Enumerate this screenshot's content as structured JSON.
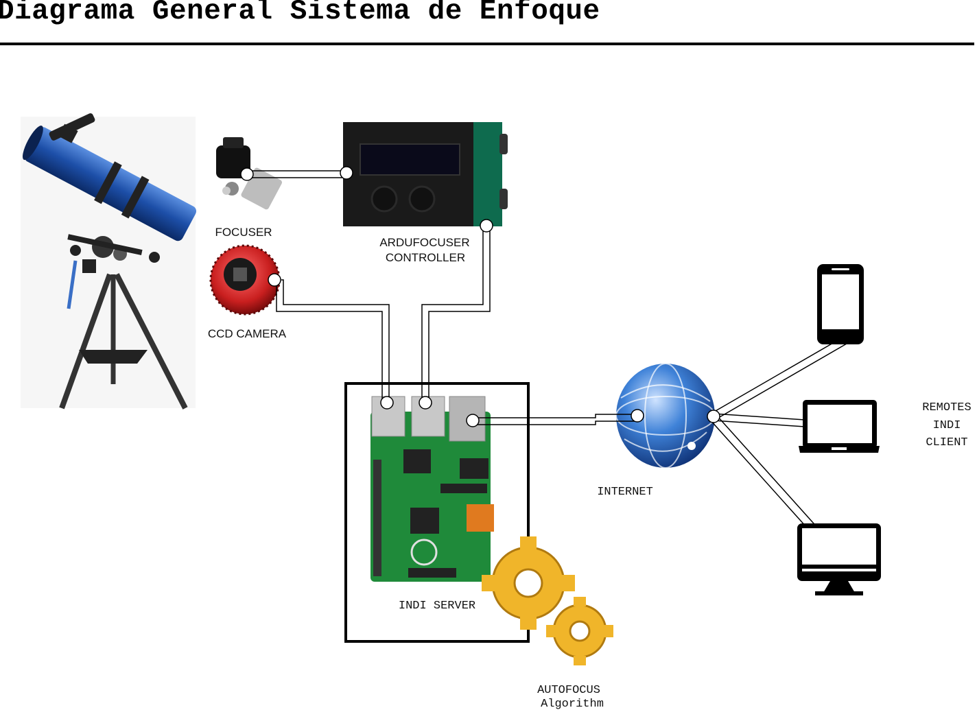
{
  "title": "Diagrama General Sistema de Enfoque",
  "labels": {
    "focuser": "FOCUSER",
    "controller_line1": "ARDUFOCUSER",
    "controller_line2": "CONTROLLER",
    "ccd": "CCD CAMERA",
    "indi_server": "INDI SERVER",
    "internet": "INTERNET",
    "remotes_line1": "REMOTES",
    "remotes_line2": "INDI",
    "remotes_line3": "CLIENT",
    "autofocus_line1": "AUTOFOCUS",
    "autofocus_line2": "Algorithm"
  },
  "colors": {
    "telescope_tube": "#1d4fa8",
    "controller_body": "#1a1a1a",
    "controller_panel": "#0e6b4e",
    "pcb": "#1f8a3a",
    "camera_red": "#d42a2a",
    "globe": "#2f6fc4",
    "gear": "#f0b52a",
    "device": "#000000"
  }
}
